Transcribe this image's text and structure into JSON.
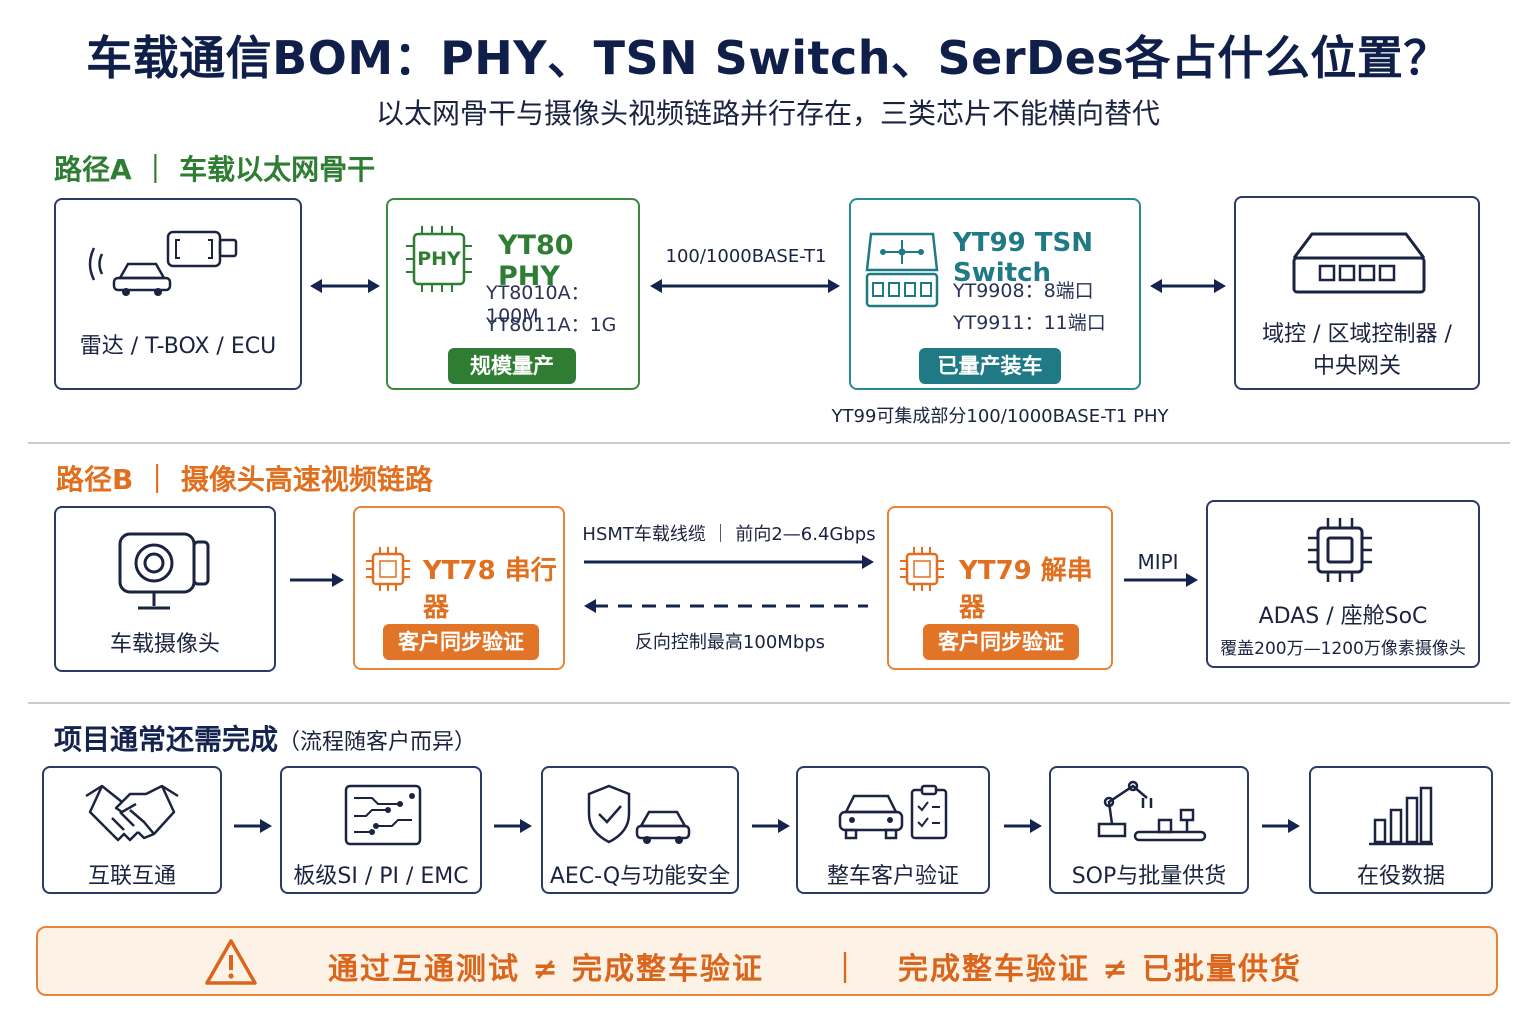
{
  "title": "车载通信BOM：PHY、TSN Switch、SerDes各占什么位置？",
  "subtitle": "以太网骨干与摄像头视频链路并行存在，三类芯片不能横向替代",
  "path_a": {
    "heading": "路径A ｜ 车载以太网骨干",
    "source_label": "雷达 / T-BOX / ECU",
    "phy": {
      "chip_icon_text": "PHY",
      "name": "YT80 PHY",
      "spec1": "YT8010A：100M",
      "spec2": "YT8011A：1G",
      "badge": "规模量产"
    },
    "link_label": "100/1000BASE-T1",
    "switch": {
      "name": "YT99 TSN Switch",
      "spec1": "YT9908：8端口",
      "spec2": "YT9911：11端口",
      "badge": "已量产装车",
      "note": "YT99可集成部分100/1000BASE-T1 PHY"
    },
    "dest_label_line1": "域控 / 区域控制器 /",
    "dest_label_line2": "中央网关"
  },
  "path_b": {
    "heading": "路径B ｜ 摄像头高速视频链路",
    "source_label": "车载摄像头",
    "serializer": {
      "name": "YT78 串行器",
      "badge": "客户同步验证"
    },
    "forward_label": "HSMT车载线缆 ｜ 前向2—6.4Gbps",
    "reverse_label": "反向控制最高100Mbps",
    "deserializer": {
      "name": "YT79 解串器",
      "badge": "客户同步验证"
    },
    "mipi_label": "MIPI",
    "soc_label": "ADAS / 座舱SoC",
    "soc_note": "覆盖200万—1200万像素摄像头"
  },
  "process": {
    "heading": "项目通常还需完成",
    "heading_note": "（流程随客户而异）",
    "steps": [
      {
        "label": "互联互通",
        "icon": "handshake-icon"
      },
      {
        "label": "板级SI / PI / EMC",
        "icon": "circuit-board-icon"
      },
      {
        "label": "AEC-Q与功能安全",
        "icon": "shield-car-icon"
      },
      {
        "label": "整车客户验证",
        "icon": "car-checklist-icon"
      },
      {
        "label": "SOP与批量供货",
        "icon": "robot-arm-icon"
      },
      {
        "label": "在役数据",
        "icon": "bar-chart-icon"
      }
    ]
  },
  "warning": {
    "part1": "通过互通测试 ≠ 完成整车验证",
    "sep": "｜",
    "part2": "完成整车验证 ≠ 已批量供货"
  },
  "colors": {
    "navy": "#0f1f4a",
    "green": "#2e7d32",
    "teal": "#1f7a85",
    "orange": "#e07020"
  }
}
